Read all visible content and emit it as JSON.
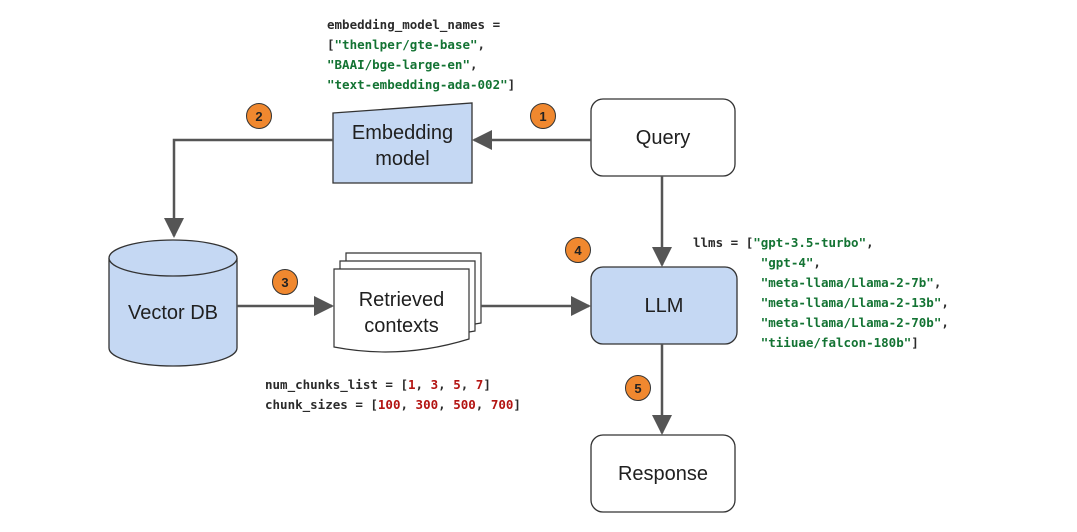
{
  "nodes": {
    "query": "Query",
    "embedding_model": "Embedding\nmodel",
    "vector_db": "Vector DB",
    "retrieved_contexts": "Retrieved\ncontexts",
    "llm": "LLM",
    "response": "Response"
  },
  "steps": [
    "1",
    "2",
    "3",
    "4",
    "5"
  ],
  "code": {
    "embedding": {
      "var": "embedding_model_names",
      "eq": " =",
      "open": "[",
      "items": [
        "\"thenlper/gte-base\"",
        "\"BAAI/bge-large-en\"",
        "\"text-embedding-ada-002\""
      ],
      "close": "]"
    },
    "llms": {
      "var": "llms",
      "eq": " = ",
      "open": "[",
      "items": [
        "\"gpt-3.5-turbo\"",
        "\"gpt-4\"",
        "\"meta-llama/Llama-2-7b\"",
        "\"meta-llama/Llama-2-13b\"",
        "\"meta-llama/Llama-2-70b\"",
        "\"tiiuae/falcon-180b\""
      ],
      "close": "]"
    },
    "num_chunks": {
      "var": "num_chunks_list",
      "eq": " = ",
      "values": [
        "1",
        "3",
        "5",
        "7"
      ]
    },
    "chunk_sizes": {
      "var": "chunk_sizes",
      "eq": " = ",
      "values": [
        "100",
        "300",
        "500",
        "700"
      ]
    }
  },
  "colors": {
    "node_fill": "#c5d8f3",
    "badge_fill": "#f0882f",
    "string": "#137333",
    "number": "#b31412"
  }
}
